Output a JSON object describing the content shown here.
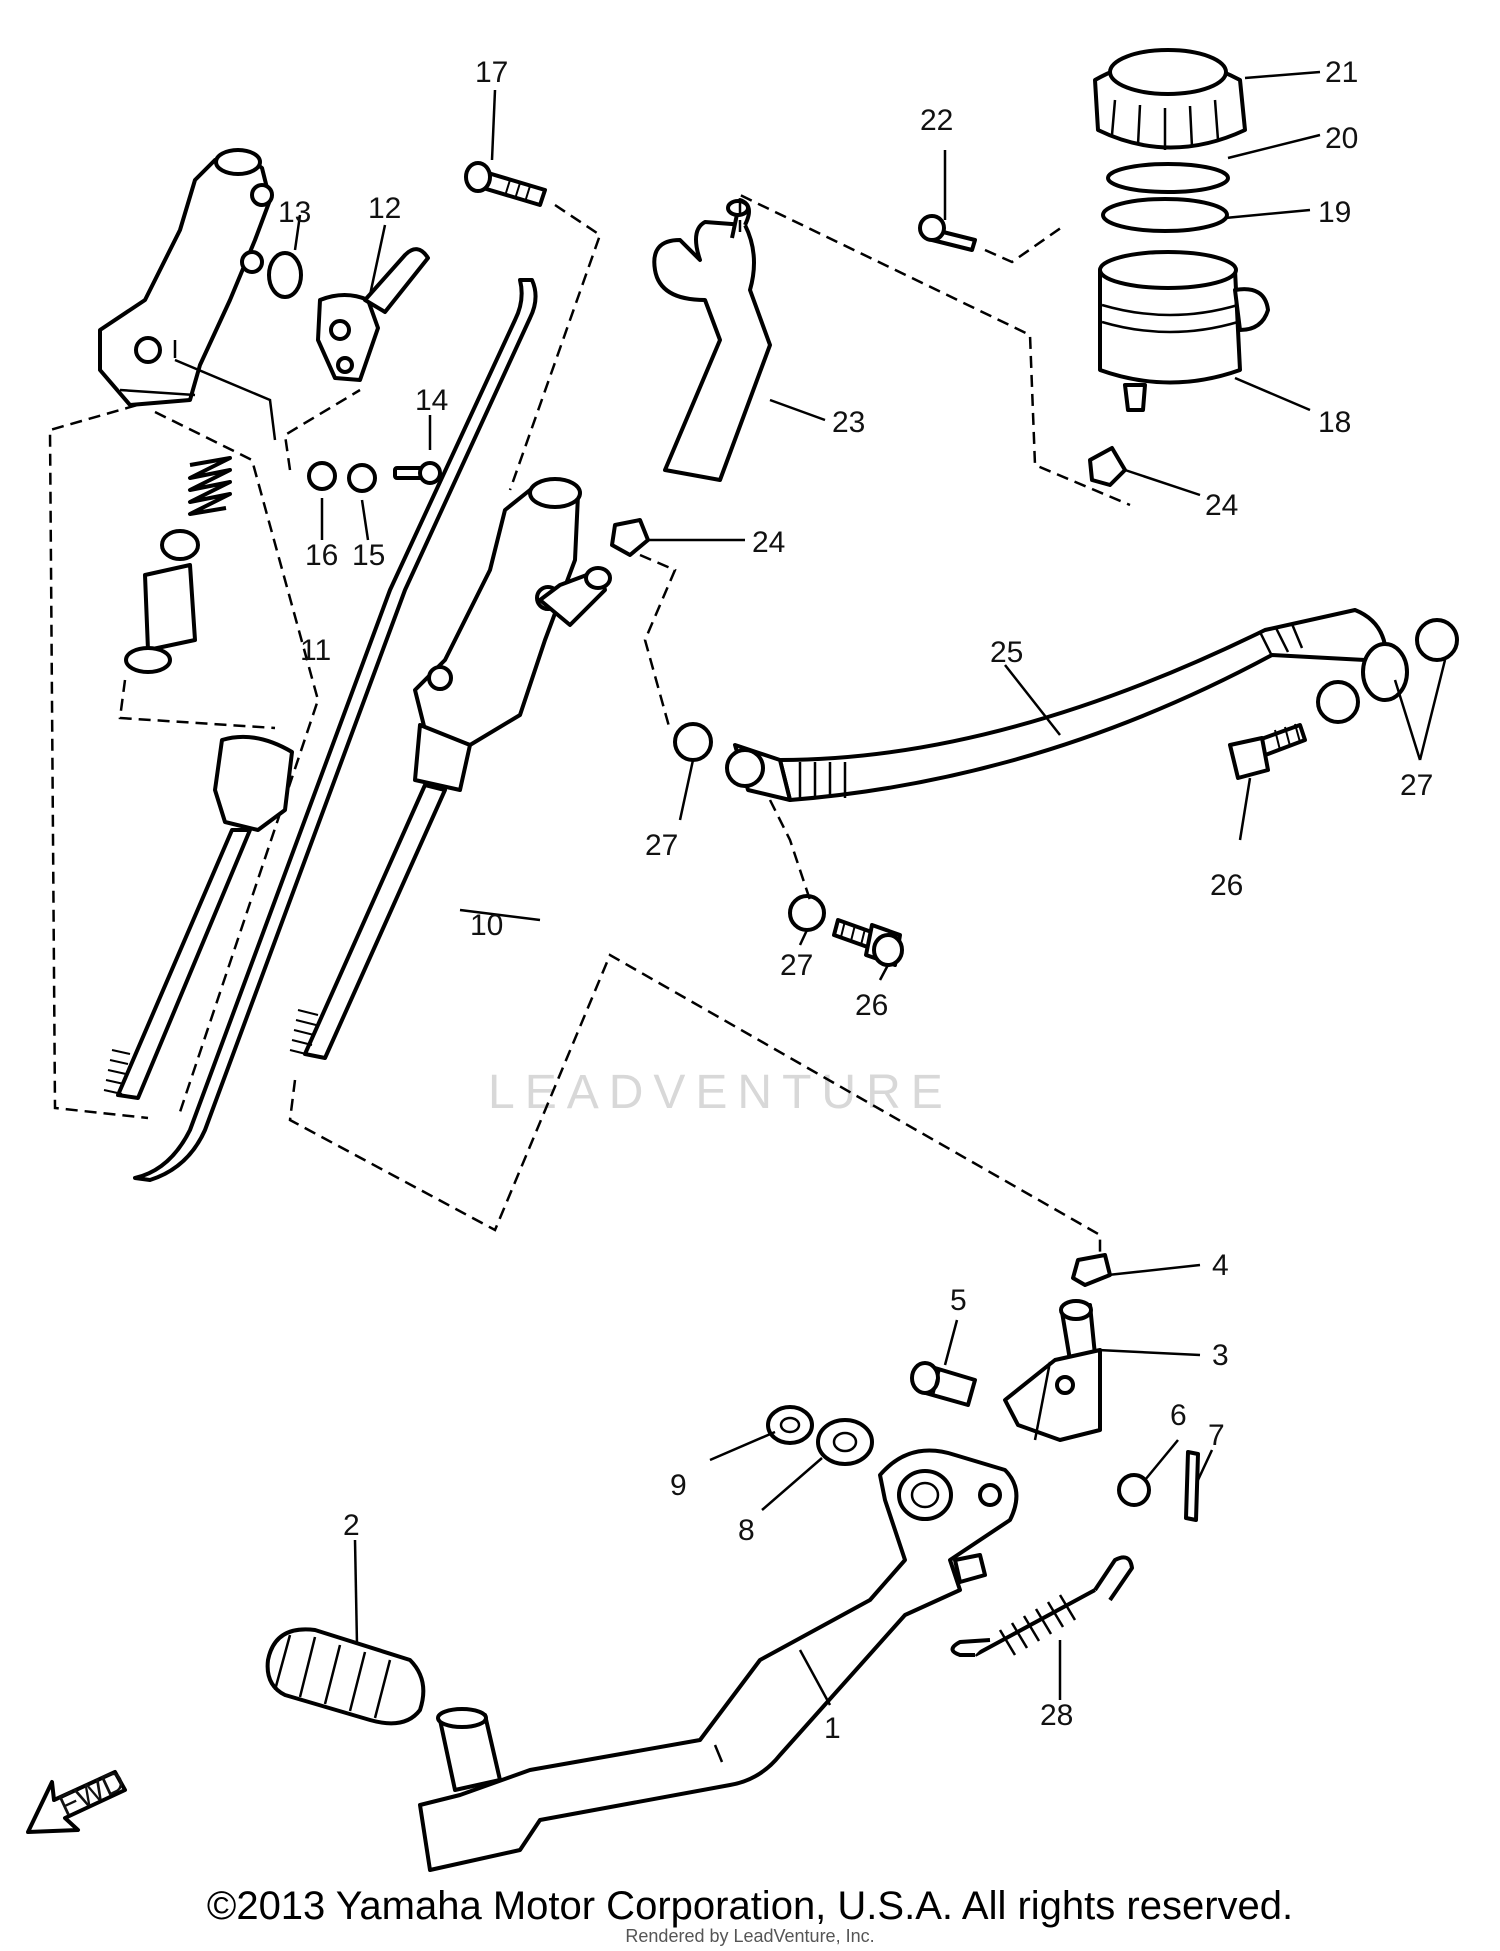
{
  "diagram": {
    "fwd_label": "FWD",
    "watermark": "LEADVENTURE",
    "copyright": "©2013 Yamaha Motor Corporation, U.S.A. All rights reserved.",
    "rendered_by": "Rendered by LeadVenture, Inc.",
    "callouts": [
      {
        "id": "1",
        "text": "1"
      },
      {
        "id": "2",
        "text": "2"
      },
      {
        "id": "3",
        "text": "3"
      },
      {
        "id": "4",
        "text": "4"
      },
      {
        "id": "5",
        "text": "5"
      },
      {
        "id": "6",
        "text": "6"
      },
      {
        "id": "7",
        "text": "7"
      },
      {
        "id": "8",
        "text": "8"
      },
      {
        "id": "9",
        "text": "9"
      },
      {
        "id": "10",
        "text": "10"
      },
      {
        "id": "11",
        "text": "11"
      },
      {
        "id": "12",
        "text": "12"
      },
      {
        "id": "13",
        "text": "13"
      },
      {
        "id": "14",
        "text": "14"
      },
      {
        "id": "15",
        "text": "15"
      },
      {
        "id": "16",
        "text": "16"
      },
      {
        "id": "17",
        "text": "17"
      },
      {
        "id": "18",
        "text": "18"
      },
      {
        "id": "19",
        "text": "19"
      },
      {
        "id": "20",
        "text": "20"
      },
      {
        "id": "21",
        "text": "21"
      },
      {
        "id": "22",
        "text": "22"
      },
      {
        "id": "23",
        "text": "23"
      },
      {
        "id": "24a",
        "text": "24"
      },
      {
        "id": "24b",
        "text": "24"
      },
      {
        "id": "25",
        "text": "25"
      },
      {
        "id": "26a",
        "text": "26"
      },
      {
        "id": "26b",
        "text": "26"
      },
      {
        "id": "27a",
        "text": "27"
      },
      {
        "id": "27b",
        "text": "27"
      },
      {
        "id": "27c",
        "text": "27"
      },
      {
        "id": "28",
        "text": "28"
      }
    ]
  }
}
